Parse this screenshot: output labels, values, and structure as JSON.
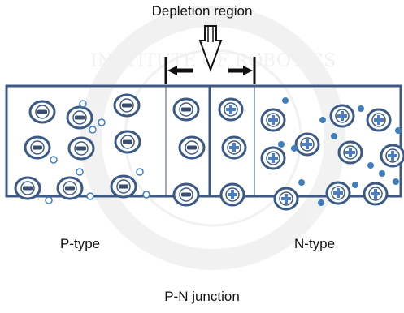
{
  "titles": {
    "depletion_region": "Depletion region",
    "p_type": "P-type",
    "n_type": "N-type",
    "junction": "P-N junction"
  },
  "watermark": {
    "text": "INSTITUTE OF ROBOTICS"
  },
  "colors": {
    "outline": "#3c5a86",
    "hole_fill": "#3f7fbf",
    "bar_fill": "#3a4f6e",
    "plus_fill": "#4d7cc0",
    "arrow": "#111111"
  },
  "icons": {
    "acceptor_ion": "minus-circle-icon",
    "donor_ion": "plus-circle-icon",
    "hole": "hole-dot-icon",
    "electron": "electron-dot-icon",
    "down_arrow": "down-arrow-icon",
    "width_arrows": "double-arrow-icon"
  }
}
